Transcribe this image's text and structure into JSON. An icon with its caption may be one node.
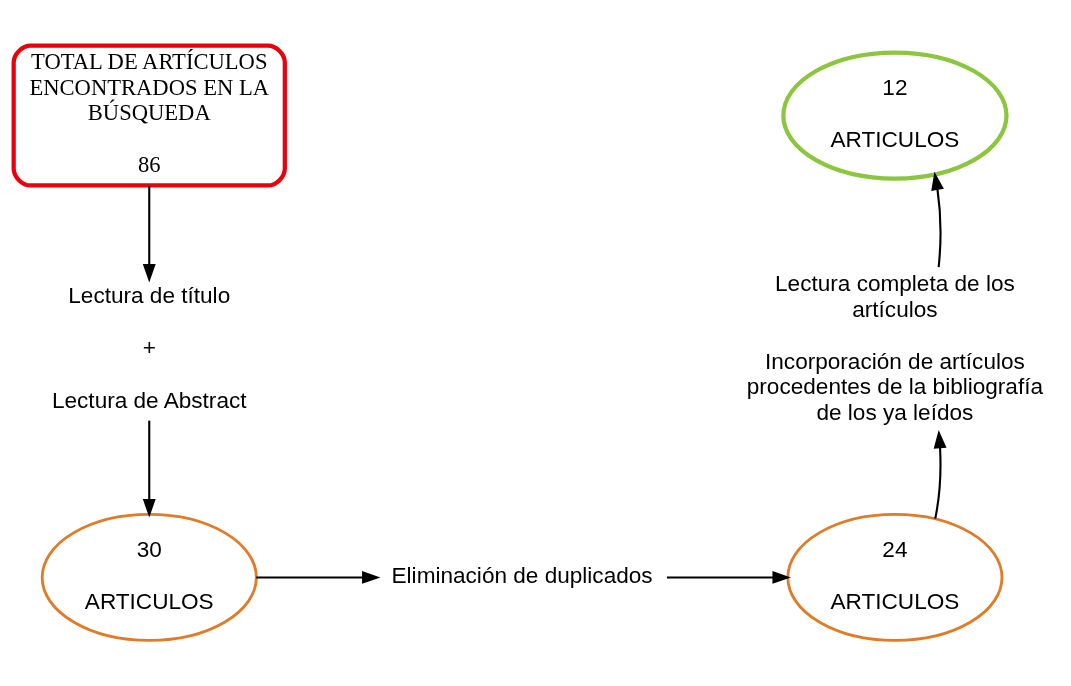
{
  "diagram": {
    "nodes": [
      {
        "text": [
          "TOTAL DE ARTÍCULOS ENCONTRADOS EN LA BÚSQUEDA",
          "86"
        ]
      },
      {
        "text": [
          "Lectura de título",
          "+",
          "Lectura de Abstract"
        ]
      },
      {
        "text": [
          "30",
          "ARTICULOS"
        ]
      },
      {
        "text": [
          "Eliminación de duplicados"
        ]
      },
      {
        "text": [
          "24",
          "ARTICULOS"
        ]
      },
      {
        "text": [
          "Lectura completa de los artículos",
          "Incorporación de artículos procedentes de la bibliografía de los ya leídos"
        ]
      },
      {
        "text": [
          "12",
          "ARTICULOS"
        ]
      }
    ],
    "edges": [
      {
        "from": 0,
        "to": 1,
        "arrow": "to"
      },
      {
        "from": 1,
        "to": 2,
        "arrow": "to"
      },
      {
        "from": 2,
        "to": 3,
        "arrow": "to"
      },
      {
        "from": 3,
        "to": 4,
        "arrow": "to"
      },
      {
        "from": 4,
        "to": 5,
        "arrow": "to"
      },
      {
        "from": 5,
        "to": 6,
        "arrow": "to"
      }
    ]
  }
}
